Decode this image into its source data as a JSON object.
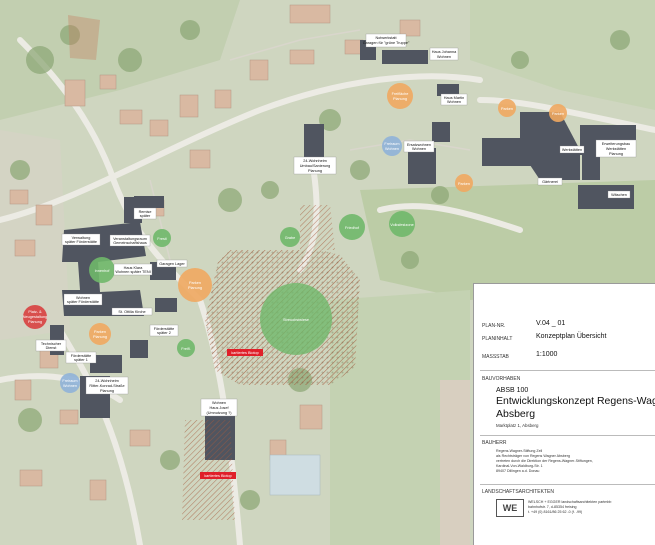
{
  "labels": {
    "notwerkstatt": [
      "Notwerkstatt",
      "Garagen für \"grüne Truppe\""
    ],
    "haus_johanna": [
      "Haus Johanna",
      "Wohnen"
    ],
    "freiflache_planung_top": [
      "Freifläche",
      "Planung"
    ],
    "haus_martin": [
      "Haus Martin",
      "Wohnen"
    ],
    "parken_a": "Parken",
    "parken_b": "Parken",
    "parken_c": "Parken",
    "freiraum_wohnen_1": [
      "Freiraum",
      "Wohnen"
    ],
    "ersatzwohnen": [
      "Ersatzwohnen",
      "Wohnen"
    ],
    "werkstatten": "Werkstätten",
    "erweiterungsbau": [
      "Erweiterungsbau",
      "Werkstätten",
      "Planung"
    ],
    "gartnerei": "Gärtnerei",
    "waschen": "Wäschen",
    "wohnheim_24_top": [
      "24-Wohnheim",
      "Umbau/Sanierung",
      "Planung"
    ],
    "frestlichen": "Fresti",
    "friedhof": "Friedhof",
    "gemeinschaft": "Grabe",
    "festplatz": "Festplatz",
    "volksfestzone": "Volksfestzone",
    "remise": [
      "Remise",
      "später"
    ],
    "verwaltung": [
      "Verwaltung",
      "später Förderstätte"
    ],
    "veranstaltung": [
      "Veranstaltungsraum",
      "Gemeinschaftshaus"
    ],
    "haus_klara": [
      "Haus Klara",
      "Wohnen später TENI"
    ],
    "garagen_lager": [
      "Garagen Lager"
    ],
    "innenhof": "Innenhof",
    "parken_center": [
      "Parken",
      "Planung"
    ],
    "streuobstwiese": "Streuobstwiese",
    "wohnen_forderstatte": [
      "Wohnen",
      "später Förderstätte"
    ],
    "st_ottilia": "St. Ottilia Kirche",
    "forderstatte_2": [
      "Förderstätte",
      "später 2"
    ],
    "platz_neugestaltung": [
      "Platz- &",
      "Neugestaltung",
      "Planung"
    ],
    "technischer_dienst": [
      "Technischer",
      "Dienst"
    ],
    "parken_planung": [
      "Parken",
      "Planung"
    ],
    "forderstatte_1": [
      "Förderstätte",
      "später 1"
    ],
    "freifl_2": "Freifl.",
    "kartiertes_biotop_1": "kartiertes Biotop",
    "freiraum_wohnen_2": [
      "Freiraum",
      "Wohnen"
    ],
    "wohnheim_24_bottom": [
      "24-Wohnheim",
      "Ritter-Konrad-Straße",
      "Planung"
    ],
    "wohnen_haus_josef": [
      "Wohnen",
      "Haus Josef",
      "(Umnutzung ?)"
    ],
    "kartiertes_biotop_2": "kartiertes Biotop"
  },
  "title_block": {
    "plan_nr_label": "PLAN-NR.",
    "plan_nr_value": "V.04 _ 01",
    "planinhalt_label": "PLANINHALT",
    "planinhalt_value": "Konzeptplan Übersicht",
    "massstab_label": "MASSSTAB",
    "massstab_value": "1:1000",
    "bauvorhaben_label": "BAUVORHABEN",
    "project_code": "ABSB 100",
    "project_title_1": "Entwicklungskonzept Regens-Wagner",
    "project_title_2": "Absberg",
    "project_address": "Marktplatz 1, Absberg",
    "bauherr_label": "BAUHERR",
    "bauherr_lines": [
      "Regens-Wagner-Stiftung Zell",
      "als Rechtsträger von Regens Wagner Absberg",
      "vertreten durch die Direktion der Regens-Wagner-Stiftungen,",
      "Kardinal-Von-Waldburg-Str. 1",
      "89407 Dillingen a.d. Donau"
    ],
    "landschaft_label": "LANDSCHAFTSARCHITEKTEN",
    "logo_text": "WE",
    "landschaft_lines": [
      "WELSCH + EGGER landschaftsarchitekten partmbb",
      "bahnhofstr. 7, d-85354 freising",
      "t. +49 (0) 8161/86 25 62 -0  (f. -99)"
    ]
  },
  "colors": {
    "orange_zone": "#f0a860",
    "green_zone": "#6fb86a",
    "blue_zone": "#8fb3d8",
    "red_zone": "#d84040",
    "building_dark": "#505560",
    "hatch": "#9c5a3a"
  }
}
